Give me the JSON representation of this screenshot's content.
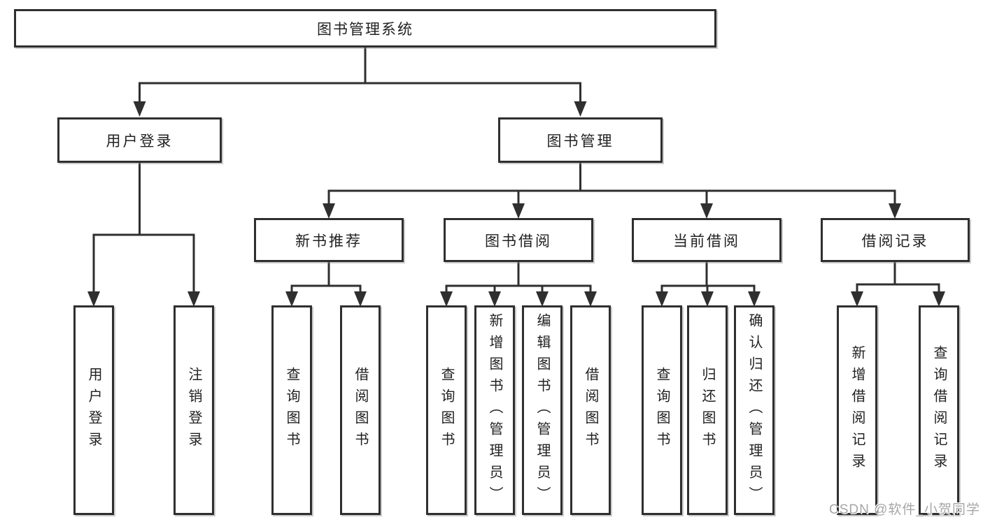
{
  "diagram": {
    "root": {
      "label": "图书管理系统"
    },
    "branches": [
      {
        "label": "用户登录",
        "leaves": [
          {
            "label": "用户登录"
          },
          {
            "label": "注销登录"
          }
        ]
      },
      {
        "label": "图书管理",
        "groups": [
          {
            "label": "新书推荐",
            "leaves": [
              {
                "label": "查询图书"
              },
              {
                "label": "借阅图书"
              }
            ]
          },
          {
            "label": "图书借阅",
            "leaves": [
              {
                "label": "查询图书"
              },
              {
                "label": "新增图书（管理员）"
              },
              {
                "label": "编辑图书（管理员）"
              },
              {
                "label": "借阅图书"
              }
            ]
          },
          {
            "label": "当前借阅",
            "leaves": [
              {
                "label": "查询图书"
              },
              {
                "label": "归还图书"
              },
              {
                "label": "确认归还（管理员）"
              }
            ]
          },
          {
            "label": "借阅记录",
            "leaves": [
              {
                "label": "新增借阅记录"
              },
              {
                "label": "查询借阅记录"
              }
            ]
          }
        ]
      }
    ]
  },
  "watermark": {
    "text": "CSDN @软件_小贺同学"
  },
  "colors": {
    "line": "#2f2f2f",
    "box_border": "#2f2f2f",
    "box_fill": "#ffffff",
    "text": "#212121",
    "watermark": "#a6a6a6",
    "background": "#ffffff"
  }
}
